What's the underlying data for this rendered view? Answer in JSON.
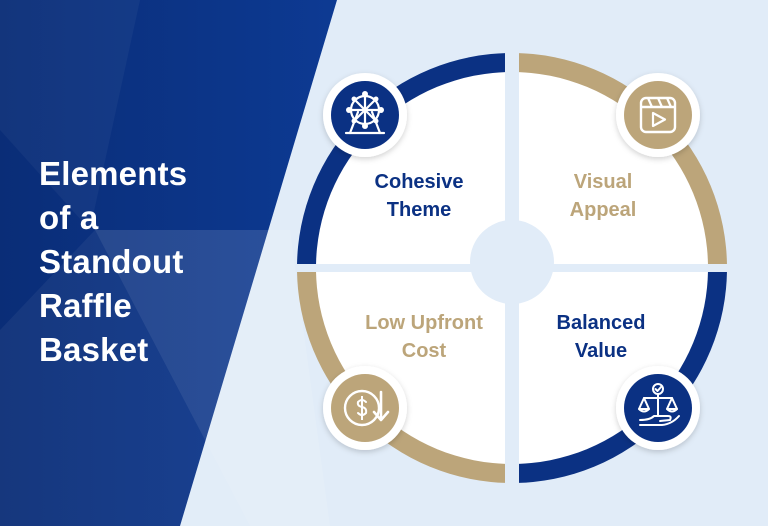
{
  "title_lines": [
    "Elements",
    "of a",
    "Standout",
    "Raffle",
    "Basket"
  ],
  "quadrants": {
    "top_left": {
      "line1": "Cohesive",
      "line2": "Theme",
      "icon": "ferris-wheel-icon"
    },
    "top_right": {
      "line1": "Visual",
      "line2": "Appeal",
      "icon": "video-clapper-icon"
    },
    "bottom_left": {
      "line1": "Low Upfront",
      "line2": "Cost",
      "icon": "dollar-coin-down-arrow-icon"
    },
    "bottom_right": {
      "line1": "Balanced",
      "line2": "Value",
      "icon": "balance-scale-hand-icon"
    }
  },
  "colors": {
    "navy": "#0b3183",
    "gold": "#bca57a",
    "background_light": "#e1ecf8",
    "quadrant_fill": "#ffffff"
  }
}
